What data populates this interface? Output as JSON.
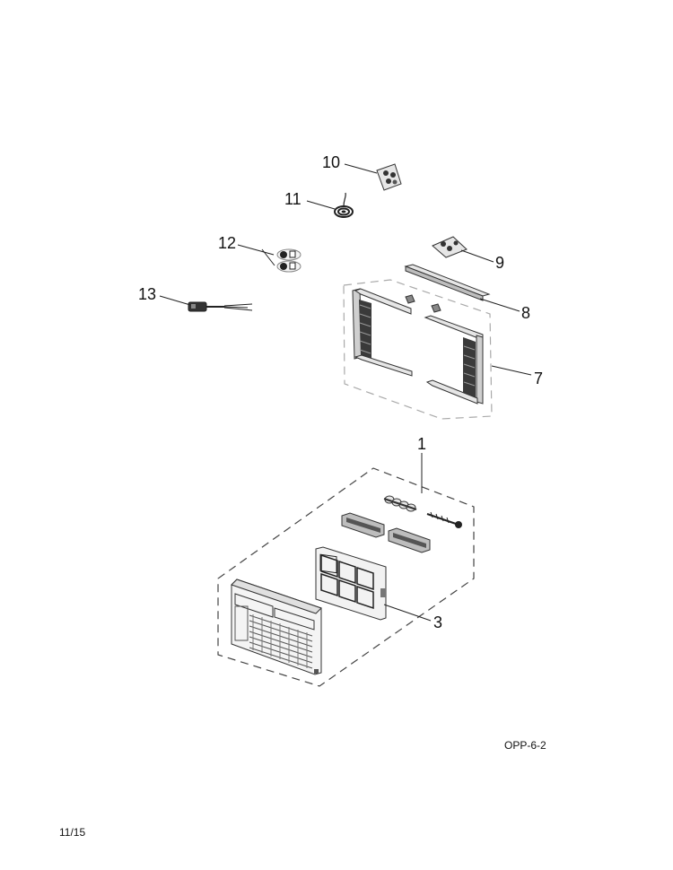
{
  "callouts": {
    "c1": "1",
    "c3": "3",
    "c7": "7",
    "c8": "8",
    "c9": "9",
    "c10": "10",
    "c11": "11",
    "c12": "12",
    "c13": "13"
  },
  "footer": {
    "code": "OPP-6-2",
    "page": "11/15"
  },
  "colors": {
    "line": "#222222",
    "part_fill": "#e6e6e6",
    "dark_fill": "#555555"
  }
}
